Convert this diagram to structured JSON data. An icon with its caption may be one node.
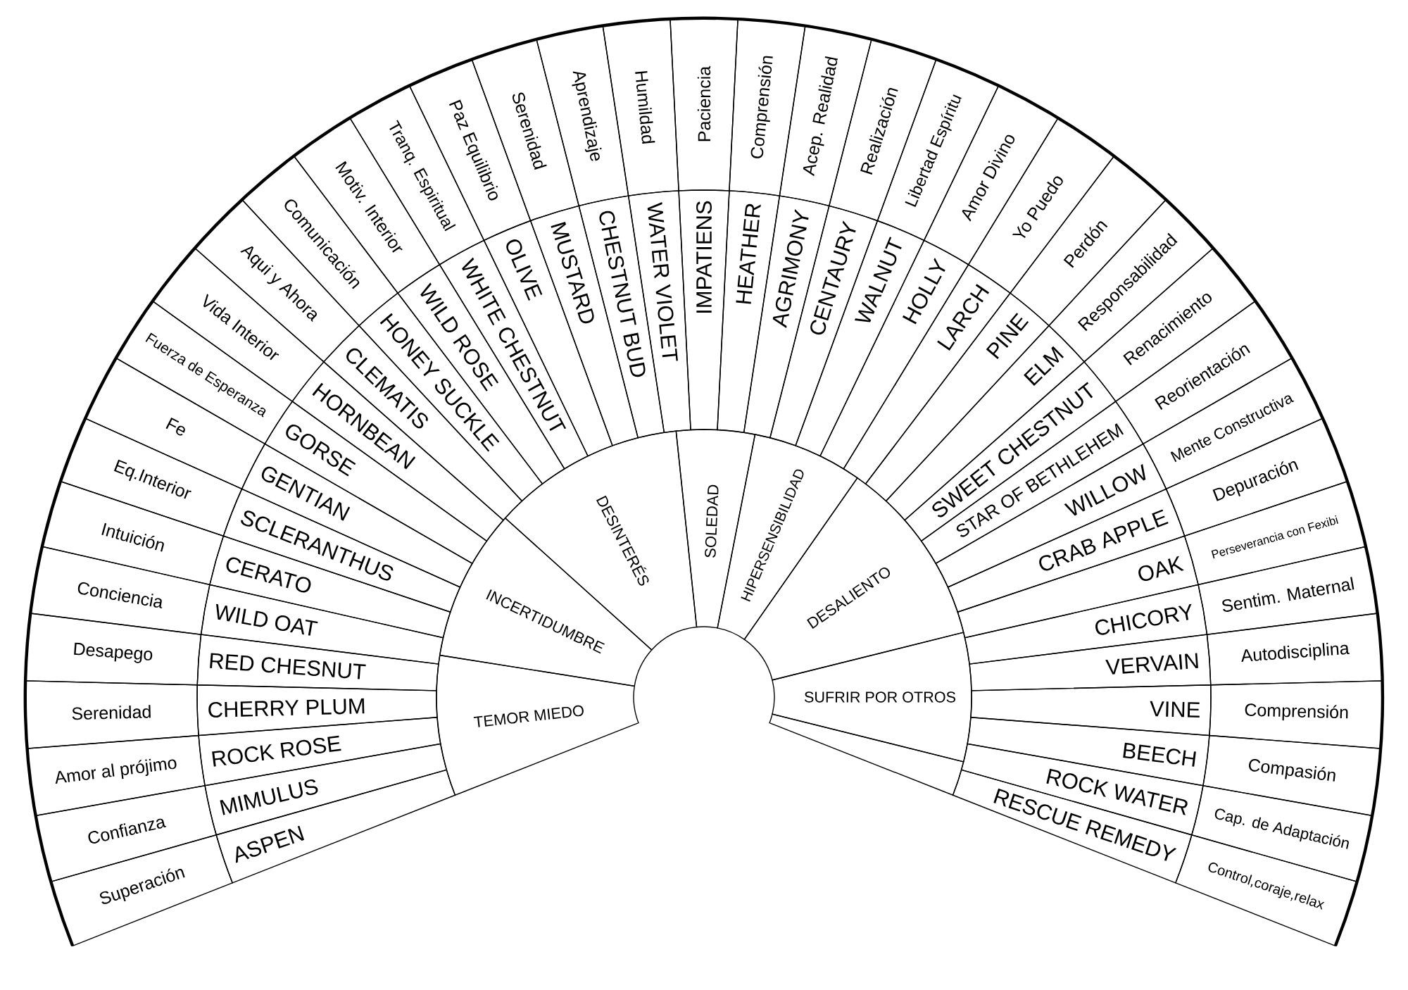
{
  "diagram": {
    "nodes": [
      {
        "text": [
          "TEMOR MIEDO"
        ]
      },
      {
        "text": [
          "INCERTIDUMBRE"
        ]
      },
      {
        "text": [
          "DESINTERÉS"
        ]
      },
      {
        "text": [
          "SOLEDAD"
        ]
      },
      {
        "text": [
          "HIPERSENSIBILIDAD"
        ]
      },
      {
        "text": [
          "DESALIENTO"
        ]
      },
      {
        "text": [
          "SUFRIR POR OTROS"
        ]
      },
      {
        "text": [],
        "shape": "sector"
      },
      {
        "text": [
          "ASPEN"
        ]
      },
      {
        "text": [
          "MIMULUS"
        ]
      },
      {
        "text": [
          "ROCK ROSE"
        ]
      },
      {
        "text": [
          "CHERRY PLUM"
        ]
      },
      {
        "text": [
          "RED CHESNUT"
        ]
      },
      {
        "text": [
          "WILD OAT"
        ]
      },
      {
        "text": [
          "CERATO"
        ]
      },
      {
        "text": [
          "SCLERANTHUS"
        ]
      },
      {
        "text": [
          "GENTIAN"
        ]
      },
      {
        "text": [
          "GORSE"
        ]
      },
      {
        "text": [
          "HORNBEAN"
        ]
      },
      {
        "text": [
          "CLEMATIS"
        ]
      },
      {
        "text": [
          "HONEY SUCKLE"
        ]
      },
      {
        "text": [
          "WILD ROSE"
        ]
      },
      {
        "text": [
          "WHITE CHESTNUT"
        ]
      },
      {
        "text": [
          "OLIVE"
        ]
      },
      {
        "text": [
          "MUSTARD"
        ]
      },
      {
        "text": [
          "CHESTNUT BUD"
        ]
      },
      {
        "text": [
          "WATER VIOLET"
        ]
      },
      {
        "text": [
          "IMPATIENS"
        ]
      },
      {
        "text": [
          "HEATHER"
        ]
      },
      {
        "text": [
          "AGRIMONY"
        ]
      },
      {
        "text": [
          "CENTAURY"
        ]
      },
      {
        "text": [
          "WALNUT"
        ]
      },
      {
        "text": [
          "HOLLY"
        ]
      },
      {
        "text": [
          "LARCH"
        ]
      },
      {
        "text": [
          "PINE"
        ]
      },
      {
        "text": [
          "ELM"
        ]
      },
      {
        "text": [
          "SWEET CHESTNUT"
        ]
      },
      {
        "text": [
          "STAR OF BETHLEHEM"
        ]
      },
      {
        "text": [
          "WILLOW"
        ]
      },
      {
        "text": [
          "CRAB APPLE"
        ]
      },
      {
        "text": [
          "OAK"
        ]
      },
      {
        "text": [
          "CHICORY"
        ]
      },
      {
        "text": [
          "VERVAIN"
        ]
      },
      {
        "text": [
          "VINE"
        ]
      },
      {
        "text": [
          "BEECH"
        ]
      },
      {
        "text": [
          "ROCK WATER"
        ]
      },
      {
        "text": [
          "RESCUE REMEDY"
        ]
      },
      {
        "text": [
          "Superación"
        ]
      },
      {
        "text": [
          "Confianza"
        ]
      },
      {
        "text": [
          "Amor al prójimo"
        ]
      },
      {
        "text": [
          "Serenidad"
        ]
      },
      {
        "text": [
          "Desapego"
        ]
      },
      {
        "text": [
          "Conciencia"
        ]
      },
      {
        "text": [
          "Intuición"
        ]
      },
      {
        "text": [
          "Eq.Interior"
        ]
      },
      {
        "text": [
          "Fe"
        ]
      },
      {
        "text": [
          "Fuerza de Esperanza"
        ]
      },
      {
        "text": [
          "Vida Interior"
        ]
      },
      {
        "text": [
          "Aqui y Ahora"
        ]
      },
      {
        "text": [
          "Comunicación"
        ]
      },
      {
        "text": [
          "Motiv. Interior"
        ]
      },
      {
        "text": [
          "Tranq. Espiritual"
        ]
      },
      {
        "text": [
          "Paz Equilibrio"
        ]
      },
      {
        "text": [
          "Serenidad"
        ]
      },
      {
        "text": [
          "Aprendizaje"
        ]
      },
      {
        "text": [
          "Humildad"
        ]
      },
      {
        "text": [
          "Paciencia"
        ]
      },
      {
        "text": [
          "Comprensión"
        ]
      },
      {
        "text": [
          "Acep. Realidad"
        ]
      },
      {
        "text": [
          "Realización"
        ]
      },
      {
        "text": [
          "Libertad Espíritu"
        ]
      },
      {
        "text": [
          "Amor Divino"
        ]
      },
      {
        "text": [
          "Yo Puedo"
        ]
      },
      {
        "text": [
          "Perdón"
        ]
      },
      {
        "text": [
          "Responsabilidad"
        ]
      },
      {
        "text": [
          "Renacimiento"
        ]
      },
      {
        "text": [
          "Reorientación"
        ]
      },
      {
        "text": [
          "Mente Constructiva"
        ]
      },
      {
        "text": [
          "Depuración"
        ]
      },
      {
        "text": [
          "Perseverancia con Fexibi"
        ]
      },
      {
        "text": [
          "Sentim. Maternal"
        ]
      },
      {
        "text": [
          "Autodisciplina"
        ]
      },
      {
        "text": [
          "Comprensión"
        ]
      },
      {
        "text": [
          "Compasión"
        ]
      },
      {
        "text": [
          "Cap. de Adaptación"
        ]
      },
      {
        "text": [
          "Control,coraje,relax"
        ]
      }
    ]
  }
}
